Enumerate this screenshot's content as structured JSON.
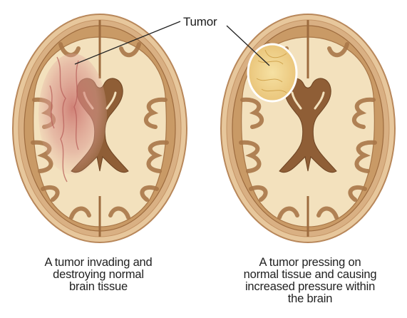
{
  "callout": {
    "label": "Tumor"
  },
  "panels": [
    {
      "caption_lines": [
        "A tumor invading and",
        "destroying normal",
        "brain tissue"
      ]
    },
    {
      "caption_lines": [
        "A tumor pressing on",
        "normal tissue and causing",
        "increased pressure within",
        "the brain"
      ]
    }
  ],
  "colors": {
    "skull": "#e9cba0",
    "skull_edge": "#b8875a",
    "cortex": "#c79a67",
    "white_matter": "#f3e2bf",
    "ventricle": "#8b5a33",
    "tumor_invading": "#d98f86",
    "tumor_pressing": "#f2d48a"
  }
}
